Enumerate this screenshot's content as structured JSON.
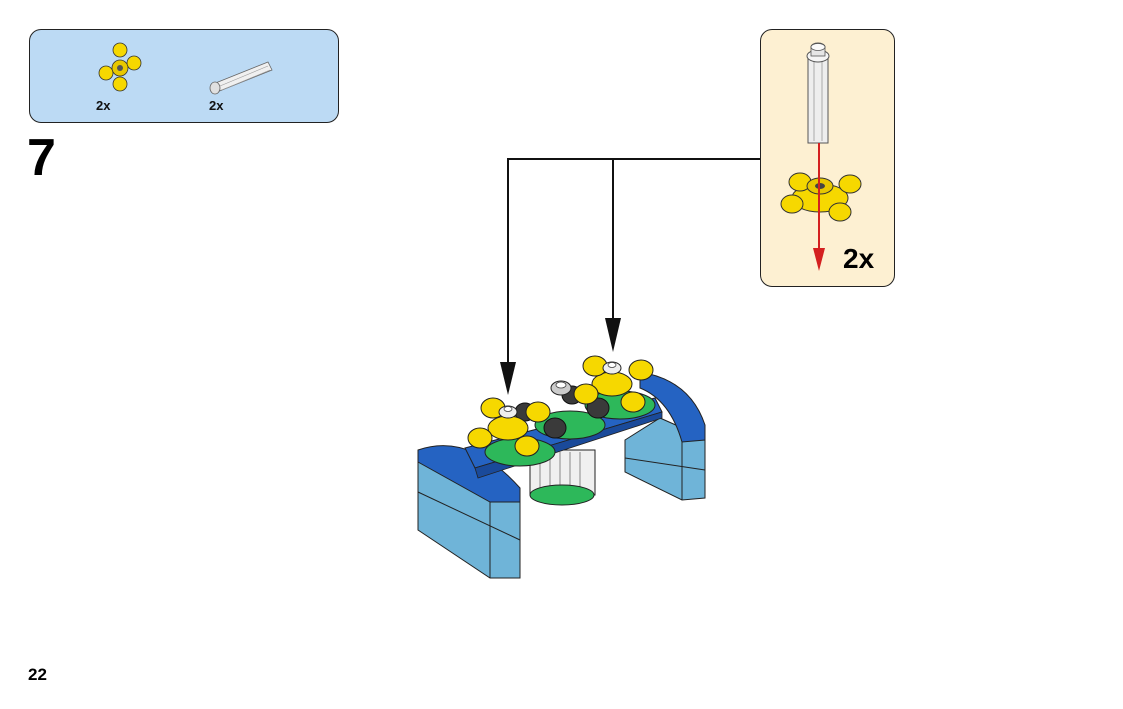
{
  "parts_list": {
    "items": [
      {
        "name": "yellow-4-way-connector",
        "quantity": "2x"
      },
      {
        "name": "light-grey-axle-pin",
        "quantity": "2x"
      }
    ]
  },
  "step": {
    "number": "7"
  },
  "callout": {
    "quantity": "2x"
  },
  "page": {
    "number": "22"
  },
  "colors": {
    "parts_box_bg": "#bcdaf4",
    "callout_bg": "#fdf0d2",
    "yellow": "#f6d800",
    "blue": "#2563c2",
    "light_blue": "#6fb4d8",
    "green": "#2db85a",
    "dark_grey": "#3a3a3a",
    "red_arrow": "#d42020"
  }
}
